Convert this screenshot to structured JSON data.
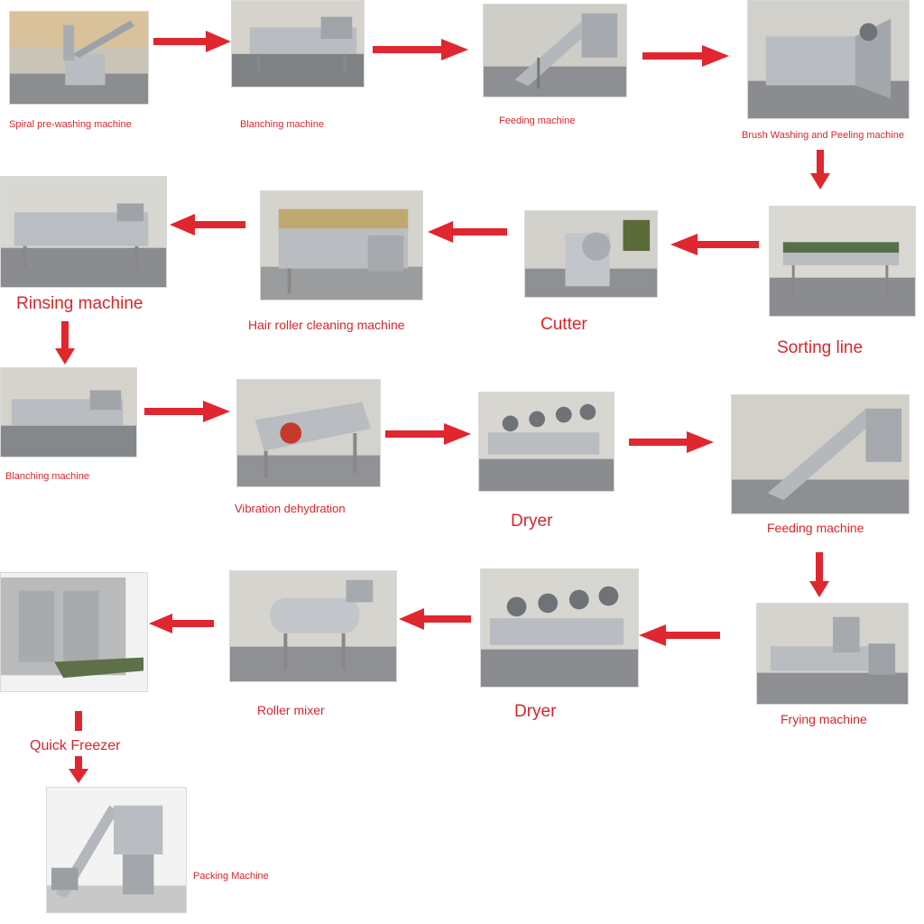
{
  "colors": {
    "label": "#d8262c",
    "arrow": "#e0262e",
    "steel": "#b9bcc0"
  },
  "steps": [
    {
      "id": "spiral-prewash",
      "label": "Spiral pre-washing machine",
      "icon": "machine-photo"
    },
    {
      "id": "blanching-1",
      "label": "Blanching  machine",
      "icon": "machine-photo"
    },
    {
      "id": "feeding-1",
      "label": "Feeding machine",
      "icon": "machine-photo"
    },
    {
      "id": "brush-washing",
      "label": "Brush  Washing and  Peeling  machine",
      "icon": "machine-photo"
    },
    {
      "id": "sorting-line",
      "label": "Sorting line",
      "icon": "machine-photo"
    },
    {
      "id": "cutter",
      "label": "Cutter",
      "icon": "machine-photo"
    },
    {
      "id": "hair-roller",
      "label": "Hair roller cleaning machine",
      "icon": "machine-photo"
    },
    {
      "id": "rinsing",
      "label": "Rinsing machine",
      "icon": "machine-photo"
    },
    {
      "id": "blanching-2",
      "label": "Blanching  machine",
      "icon": "machine-photo"
    },
    {
      "id": "vibration",
      "label": "Vibration dehydration",
      "icon": "machine-photo"
    },
    {
      "id": "dryer-1",
      "label": "Dryer",
      "icon": "machine-photo"
    },
    {
      "id": "feeding-2",
      "label": "Feeding machine",
      "icon": "machine-photo"
    },
    {
      "id": "frying",
      "label": "Frying machine",
      "icon": "machine-photo"
    },
    {
      "id": "dryer-2",
      "label": "Dryer",
      "icon": "machine-photo"
    },
    {
      "id": "roller-mixer",
      "label": "Roller mixer",
      "icon": "machine-photo"
    },
    {
      "id": "quick-freezer",
      "label": "Quick Freezer",
      "icon": "machine-photo"
    },
    {
      "id": "packing",
      "label": "Packing Machine",
      "icon": "machine-photo"
    }
  ]
}
